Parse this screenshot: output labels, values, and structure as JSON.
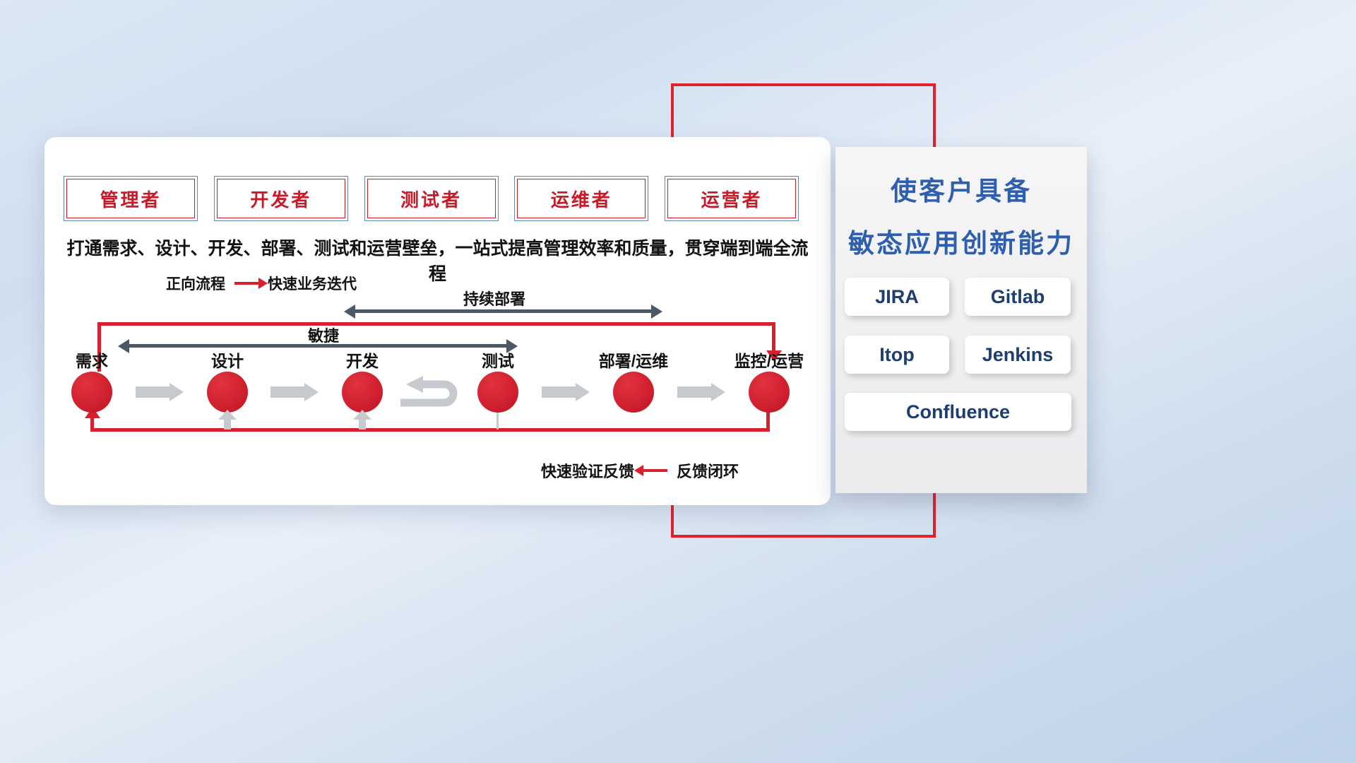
{
  "roles": {
    "items": [
      "管理者",
      "开发者",
      "测试者",
      "运维者",
      "运营者"
    ]
  },
  "subtitle": "打通需求、设计、开发、部署、测试和运营壁垒，一站式提高管理效率和质量，贯穿端到端全流程",
  "legends": {
    "forward_label": "正向流程",
    "forward_desc": "快速业务迭代",
    "feedback_desc": "快速验证反馈",
    "feedback_label": "反馈闭环"
  },
  "flow": {
    "agile_label": "敏捷",
    "continuous_deploy_label": "持续部署",
    "stages": [
      "需求",
      "设计",
      "开发",
      "测试",
      "部署/运维",
      "监控/运营"
    ]
  },
  "right_panel": {
    "title_line1": "使客户具备",
    "title_line2": "敏态应用创新能力",
    "tools": [
      "JIRA",
      "Gitlab",
      "Itop",
      "Jenkins",
      "Confluence"
    ]
  },
  "colors": {
    "accent_red": "#d8212e",
    "title_blue": "#2e5fae",
    "tool_navy": "#1d3e6e",
    "dark_arrow": "#4d5866",
    "light_arrow": "#c6cacf"
  }
}
